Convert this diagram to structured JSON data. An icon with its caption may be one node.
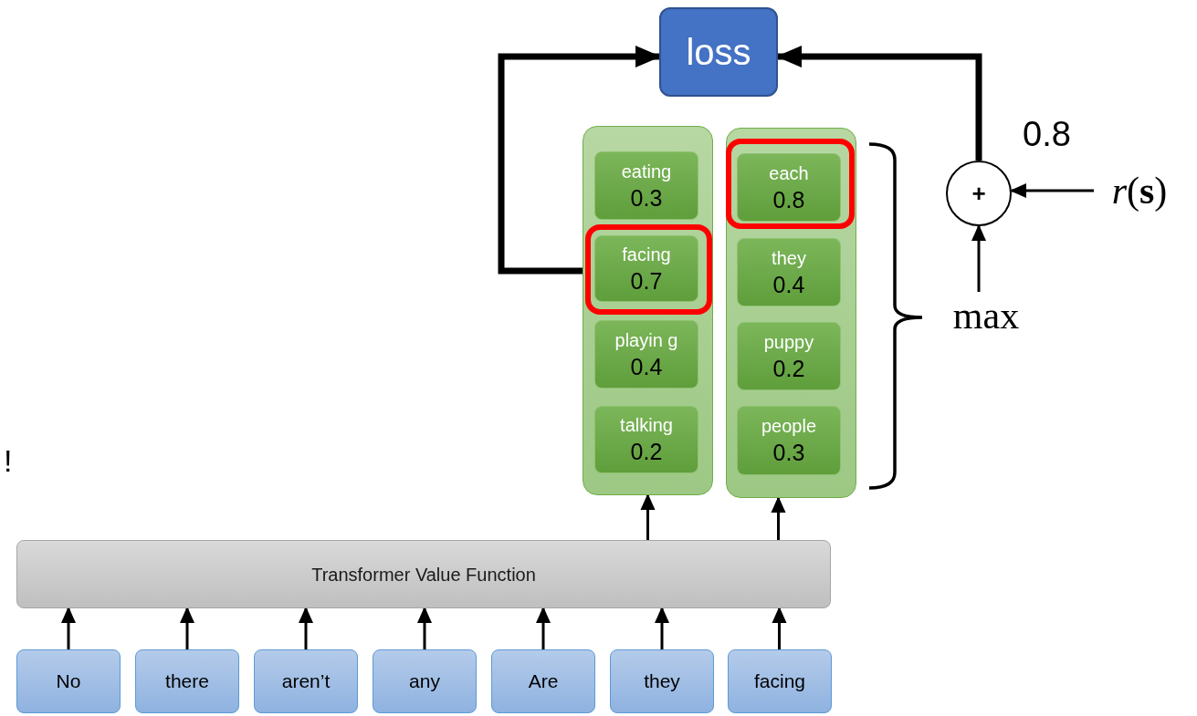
{
  "diagram": {
    "nodes": [
      {
        "text": [
          "loss"
        ]
      },
      {
        "text": [],
        "shape": "box"
      },
      {
        "text": [
          "eating",
          "0.3"
        ],
        "in": 1
      },
      {
        "text": [
          "facing",
          "0.7"
        ],
        "in": 1
      },
      {
        "text": [
          "playin g",
          "0.4"
        ],
        "in": 1
      },
      {
        "text": [
          "talking",
          "0.2"
        ],
        "in": 1
      },
      {
        "text": [],
        "shape": "box"
      },
      {
        "text": [
          "each",
          "0.8"
        ],
        "in": 6
      },
      {
        "text": [
          "they",
          "0.4"
        ],
        "in": 6
      },
      {
        "text": [
          "puppy",
          "0.2"
        ],
        "in": 6
      },
      {
        "text": [
          "people",
          "0.3"
        ],
        "in": 6
      },
      {
        "text": [
          "+"
        ]
      },
      {
        "text": [
          "*r*(**s**)"
        ]
      },
      {
        "text": [
          "max"
        ]
      },
      {
        "text": [
          "Transformer Value Function"
        ]
      },
      {
        "text": [
          "No"
        ]
      },
      {
        "text": [
          "there"
        ]
      },
      {
        "text": [
          "aren’t"
        ]
      },
      {
        "text": [
          "any"
        ]
      },
      {
        "text": [
          "Are"
        ]
      },
      {
        "text": [
          "they"
        ]
      },
      {
        "text": [
          "facing"
        ]
      }
    ],
    "edges": [
      {
        "from": 3,
        "to": 0,
        "arrow": "to",
        "style": "thick"
      },
      {
        "from": 11,
        "to": 0,
        "arrow": "to",
        "style": "thick"
      },
      {
        "from": 12,
        "to": 11,
        "arrow": "to"
      },
      {
        "from": 13,
        "to": 11,
        "arrow": "to"
      },
      {
        "from": 14,
        "to": 1,
        "arrow": "to"
      },
      {
        "from": 14,
        "to": 6,
        "arrow": "to"
      },
      {
        "from": 15,
        "to": 14,
        "arrow": "to"
      },
      {
        "from": 16,
        "to": 14,
        "arrow": "to"
      },
      {
        "from": 17,
        "to": 14,
        "arrow": "to"
      },
      {
        "from": 18,
        "to": 14,
        "arrow": "to"
      },
      {
        "from": 19,
        "to": 14,
        "arrow": "to"
      },
      {
        "from": 20,
        "to": 14,
        "arrow": "to"
      },
      {
        "from": 21,
        "to": 14,
        "arrow": "to"
      }
    ],
    "labels": [
      "0.8",
      "!"
    ]
  }
}
